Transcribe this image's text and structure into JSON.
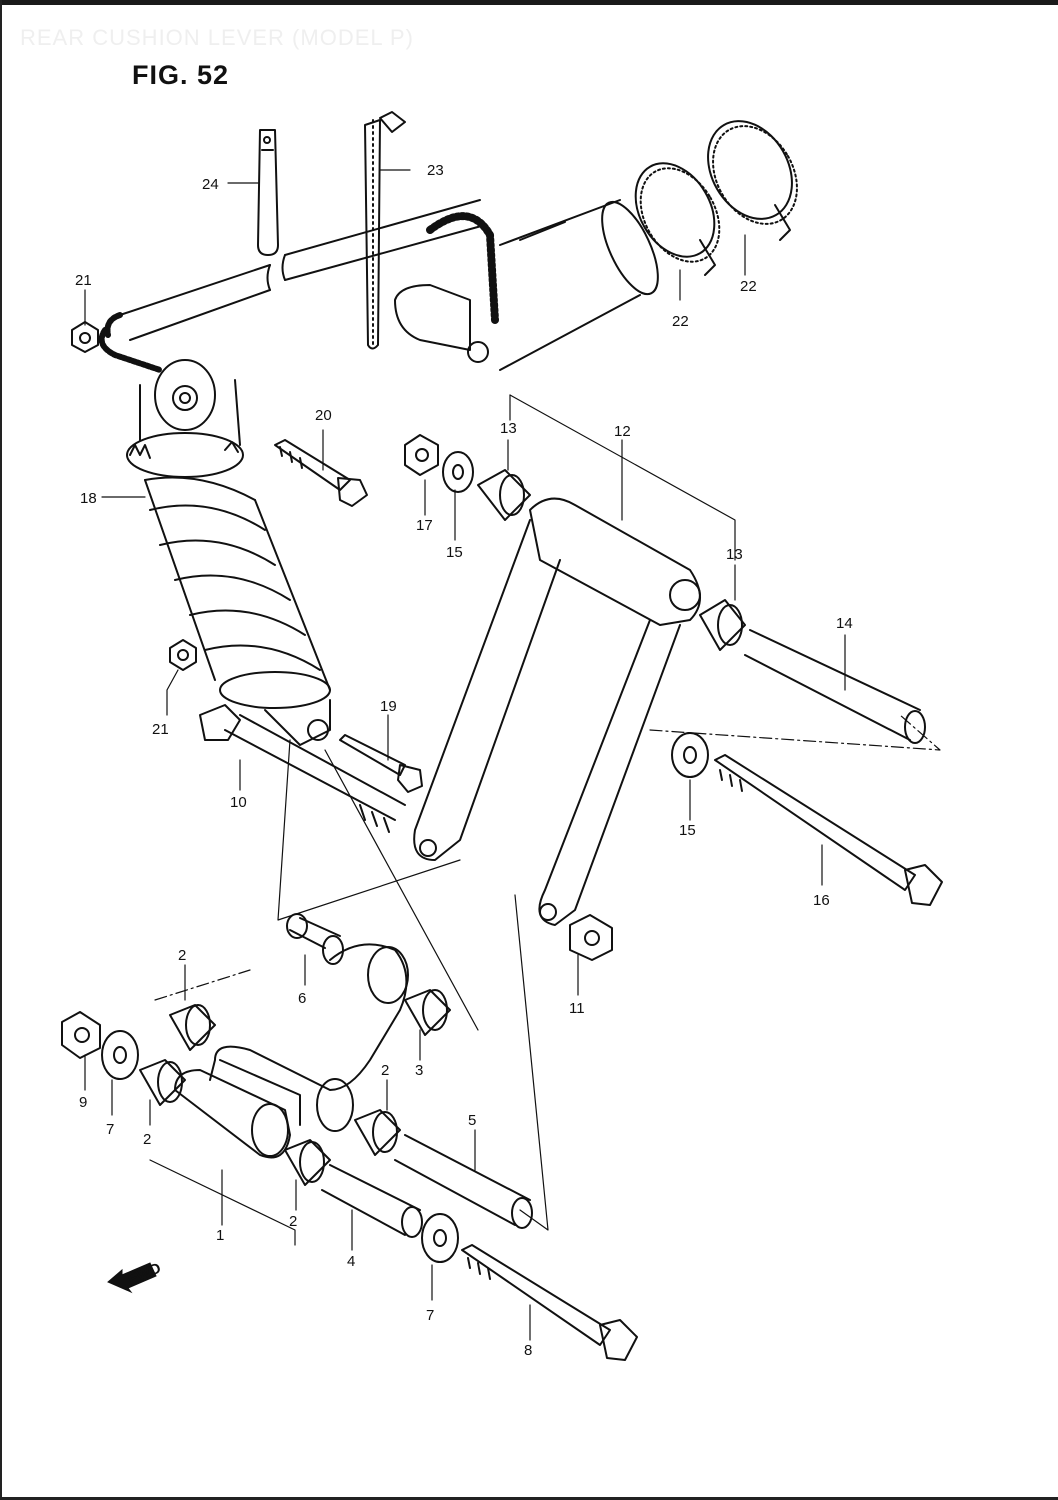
{
  "header": {
    "faded_title": "REAR CUSHION LEVER (MODEL P)",
    "figure_label": "FIG. 52"
  },
  "callouts": {
    "c1": "1",
    "c2a": "2",
    "c2b": "2",
    "c2c": "2",
    "c2d": "2",
    "c3": "3",
    "c4": "4",
    "c5": "5",
    "c6": "6",
    "c7a": "7",
    "c7b": "7",
    "c8": "8",
    "c9": "9",
    "c10": "10",
    "c11": "11",
    "c12": "12",
    "c13a": "13",
    "c13b": "13",
    "c14": "14",
    "c15a": "15",
    "c15b": "15",
    "c16": "16",
    "c17": "17",
    "c18": "18",
    "c19": "19",
    "c20": "20",
    "c21a": "21",
    "c21b": "21",
    "c22a": "22",
    "c22b": "22",
    "c23": "23",
    "c24": "24"
  },
  "fwd_arrow": {
    "label": "FWD"
  }
}
